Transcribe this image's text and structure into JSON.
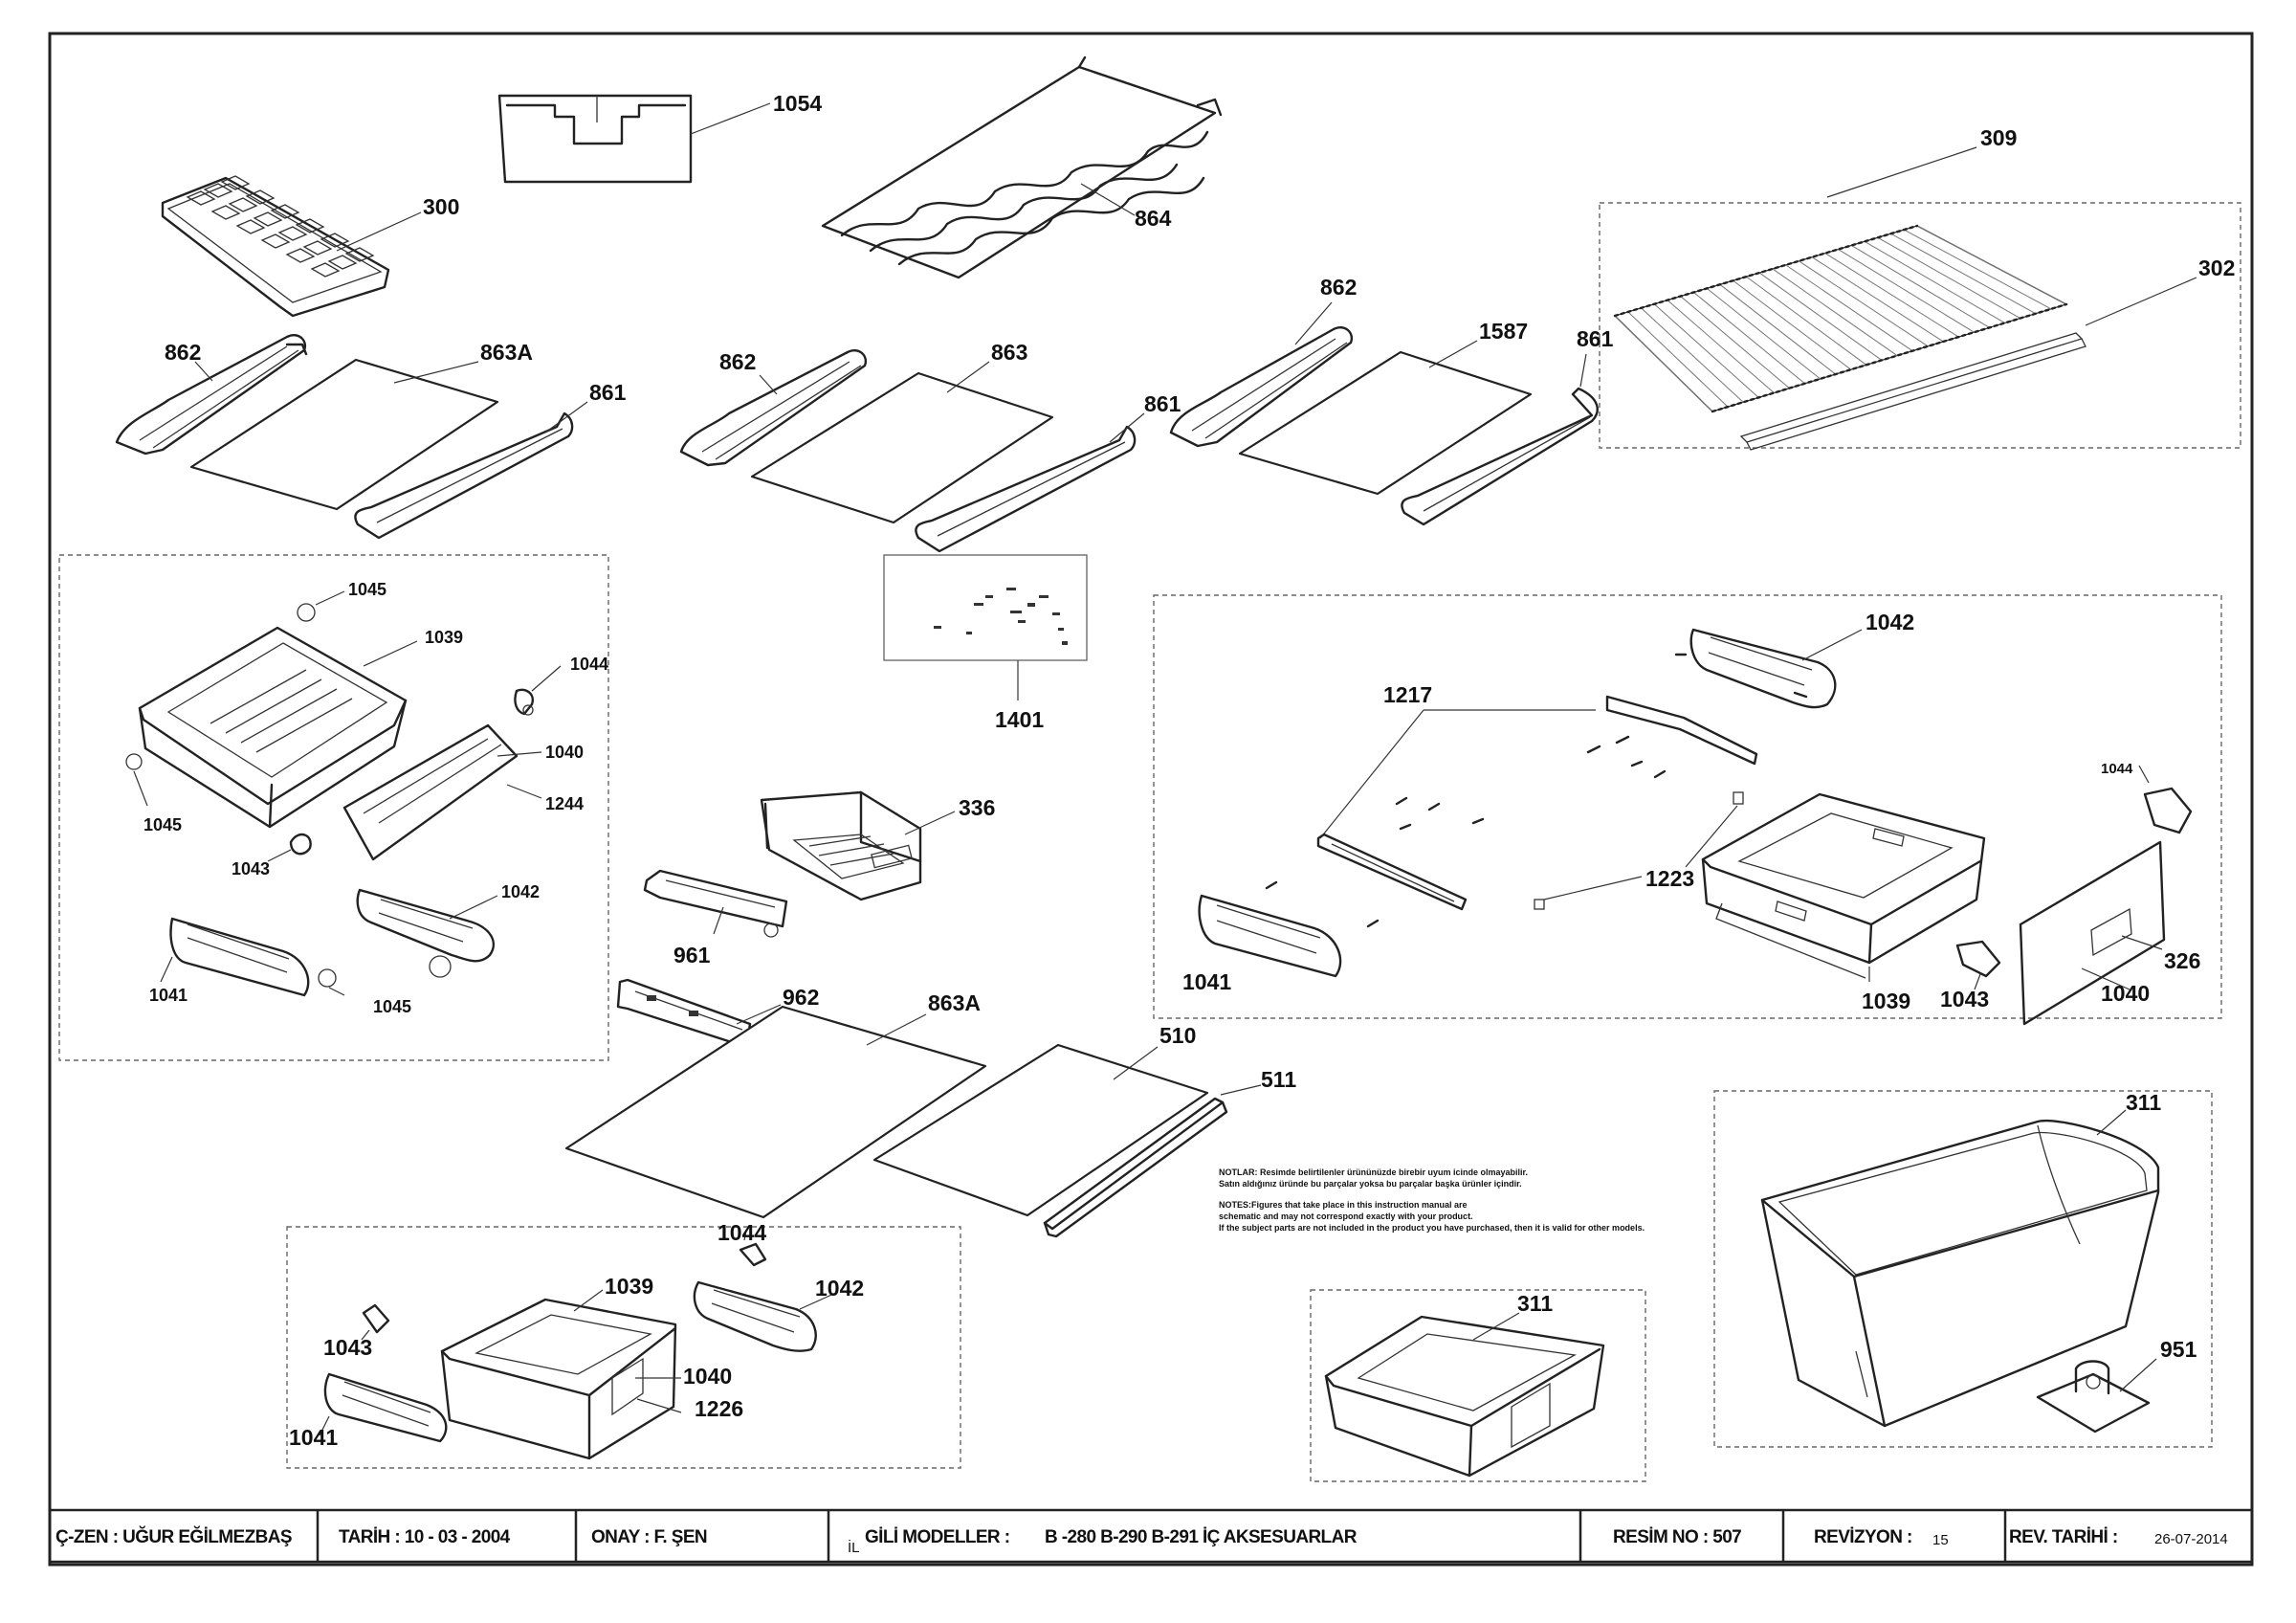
{
  "labels": {
    "p1054": "1054",
    "p300": "300",
    "p864": "864",
    "p309": "309",
    "p302": "302",
    "p862a": "862",
    "p863A_top": "863A",
    "p861a": "861",
    "p862b": "862",
    "p863": "863",
    "p861b": "861",
    "p862c": "862",
    "p1587": "1587",
    "p861c": "861",
    "p1401": "1401",
    "L1045a": "1045",
    "L1039": "1039",
    "L1044": "1044",
    "L1040": "1040",
    "L1244": "1244",
    "L1045b": "1045",
    "L1043": "1043",
    "L1042": "1042",
    "L1041": "1041",
    "L1045c": "1045",
    "p336": "336",
    "p961": "961",
    "p962": "962",
    "p863A_mid": "863A",
    "p510": "510",
    "p511": "511",
    "R1042": "1042",
    "R1217": "1217",
    "R1044": "1044",
    "R1223": "1223",
    "R326": "326",
    "R1041": "1041",
    "R1039": "1039",
    "R1043": "1043",
    "R1040": "1040",
    "B1044": "1044",
    "B1039": "1039",
    "B1042": "1042",
    "B1043": "1043",
    "B1040": "1040",
    "B1226": "1226",
    "B1041": "1041",
    "c311": "311",
    "r311": "311",
    "r951": "951"
  },
  "notes": {
    "tr1": "NOTLAR: Resimde belirtilenler ürününüzde birebir  uyum icinde olmayabilir.",
    "tr2": "Satın aldığınız üründe bu parçalar yoksa bu parçalar başka ürünler içindir.",
    "en1": "NOTES:Figures that take place in this instruction manual are",
    "en2": "schematic  and may not correspond exactly with your product.",
    "en3": "If the subject parts are not included in the product you have purchased, then it is valid for other models."
  },
  "title_block": {
    "drawer": "Ç-ZEN : UĞUR EĞİLMEZBAŞ",
    "date": "TARİH :  10 - 03 - 2004",
    "approval": "ONAY : F. ŞEN",
    "prefix": "İL",
    "models_label": "GİLİ MODELLER :",
    "models_value": "B -280 B-290 B-291 İÇ AKSESUARLAR",
    "drawing_no": "RESİM NO : 507",
    "revision_label": "REVİZYON :",
    "revision_value": "15",
    "rev_date_label": "REV. TARİHİ :",
    "rev_date_value": "26-07-2014"
  }
}
